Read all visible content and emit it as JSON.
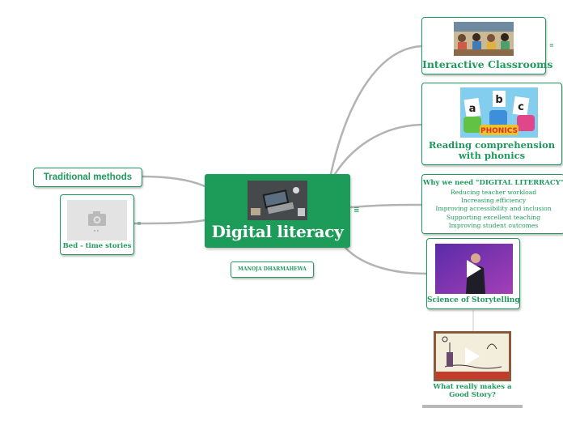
{
  "central": {
    "title": "Digital literacy",
    "image_icon": "laptop-desk-photo"
  },
  "author": {
    "name": "MANOJA DHARMAHEWA"
  },
  "left": {
    "traditional": {
      "label": "Traditional methods"
    },
    "bedtime": {
      "label": "Bed - time stories",
      "image_icon": "camera-placeholder-icon"
    }
  },
  "right": {
    "interactive": {
      "label": "Interactive Classrooms",
      "image_icon": "classroom-photo"
    },
    "phonics": {
      "label": "Reading comprehension with phonics",
      "image_icon": "phonics-abc-image",
      "image_text": "PHONICS"
    },
    "why": {
      "title": "Why we need \"DIGITAL LITERRACY\"",
      "items": [
        "Reducing teacher workload",
        "Increasing efficiency",
        "Improving accessibility and inclusion",
        "Supporting excellent teaching",
        "Improving student outcomes"
      ]
    },
    "storytelling": {
      "label": "Science of Storytelling",
      "image_icon": "video-speaker-thumbnail"
    },
    "goodstory": {
      "label": "What really makes a Good Story?",
      "image_icon": "video-sketch-thumbnail"
    }
  },
  "colors": {
    "accent": "#1f9a5d",
    "central_fill": "#1d9b59",
    "connector": "#b0b0b0"
  }
}
